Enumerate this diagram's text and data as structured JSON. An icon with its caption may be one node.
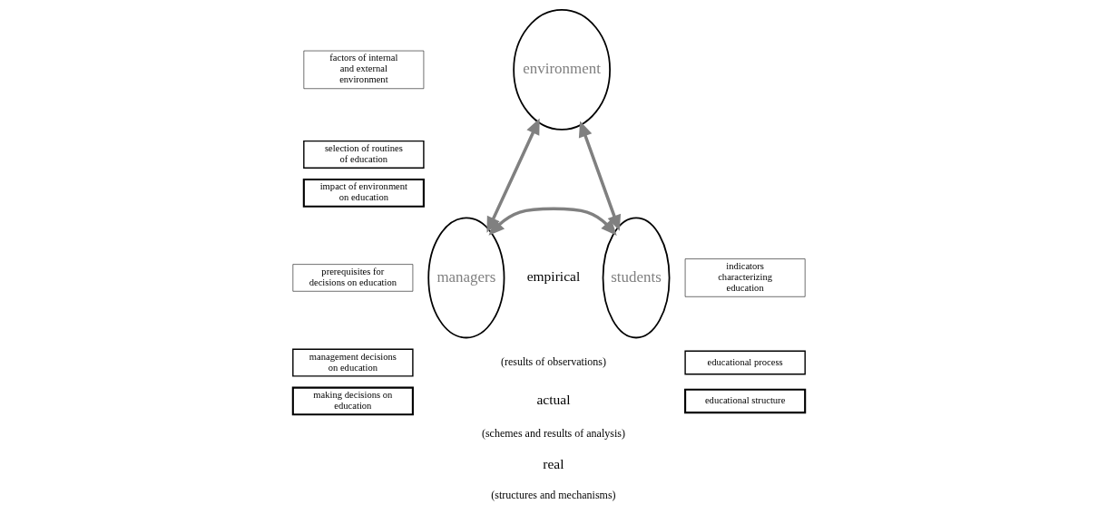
{
  "diagram": {
    "nodes": [
      {
        "text": [
          "environment"
        ]
      },
      {
        "text": [
          "factors of internal and external environment"
        ]
      },
      {
        "text": [
          "selection of routines of education"
        ]
      },
      {
        "text": [
          "impact of environment on education"
        ]
      },
      {
        "text": [
          "prerequisites for decisions on education"
        ]
      },
      {
        "text": [
          "managers"
        ]
      },
      {
        "text": [
          "indicators characterizing education"
        ]
      },
      {
        "text": [
          "students"
        ]
      },
      {
        "text": [
          "management decisions on education"
        ]
      },
      {
        "text": [
          "educational process"
        ]
      },
      {
        "text": [
          "making decisions on education"
        ]
      },
      {
        "text": [
          "educational structure"
        ]
      }
    ],
    "edges": [
      {
        "from": 0,
        "to": 5,
        "arrow": "both"
      },
      {
        "from": 0,
        "to": 7,
        "arrow": "both"
      },
      {
        "from": 5,
        "to": 7,
        "arrow": "both"
      }
    ],
    "labels": [
      "empirical",
      "(results of observations)",
      "actual",
      "(schemes and results of analysis)",
      "real",
      "(structures and mechanisms)"
    ]
  }
}
